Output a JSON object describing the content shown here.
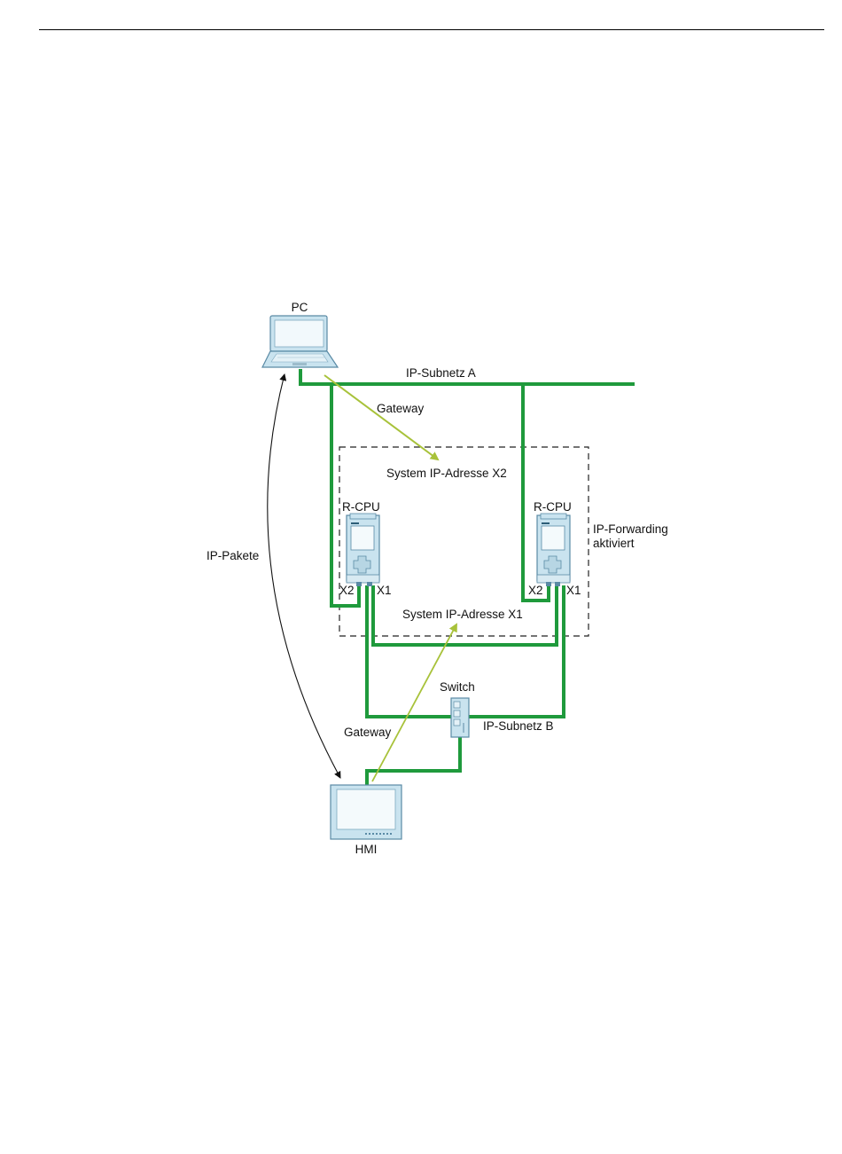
{
  "labels": {
    "pc": "PC",
    "subnet_a": "IP-Subnetz A",
    "gateway_top": "Gateway",
    "system_ip_x2": "System IP-Adresse X2",
    "rcpu_left": "R-CPU",
    "rcpu_right": "R-CPU",
    "ip_forwarding_line1": "IP-Forwarding",
    "ip_forwarding_line2": "aktiviert",
    "ip_pakete": "IP-Pakete",
    "left_x2": "X2",
    "left_x1": "X1",
    "right_x2": "X2",
    "right_x1": "X1",
    "system_ip_x1": "System IP-Adresse X1",
    "switch": "Switch",
    "gateway_bottom": "Gateway",
    "subnet_b": "IP-Subnetz B",
    "hmi": "HMI"
  },
  "colors": {
    "network_line": "#1f9a3c",
    "gateway_arrow": "#a8c23a",
    "device_fill": "#c9e3ef",
    "device_stroke": "#5a8aa5",
    "boundary": "#222222"
  },
  "icons": {
    "pc": "laptop-icon",
    "cpu": "plc-cpu-icon",
    "switch": "network-switch-icon",
    "hmi": "hmi-panel-icon"
  }
}
